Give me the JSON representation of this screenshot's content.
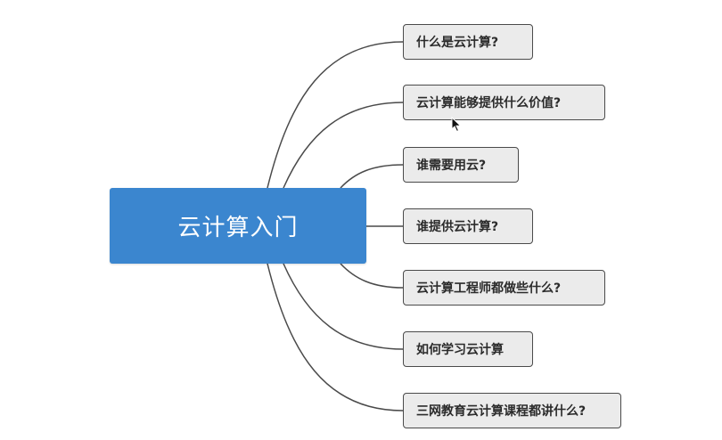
{
  "diagram": {
    "root": {
      "label": "云计算入门",
      "color": "#3b86cf"
    },
    "branches": [
      {
        "label": "什么是云计算?"
      },
      {
        "label": "云计算能够提供什么价值?"
      },
      {
        "label": "谁需要用云?"
      },
      {
        "label": "谁提供云计算?"
      },
      {
        "label": "云计算工程师都做些什么?"
      },
      {
        "label": "如何学习云计算"
      },
      {
        "label": "三网教育云计算课程都讲什么?"
      }
    ],
    "connector_color": "#4a4a4a",
    "node_fill": "#ebebeb"
  },
  "cursor": {
    "icon": "mouse-pointer-icon"
  }
}
